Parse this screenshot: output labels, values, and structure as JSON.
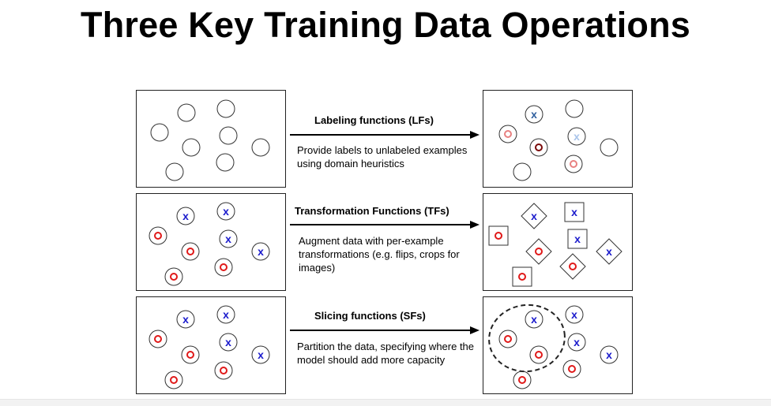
{
  "title": "Three Key Training Data Operations",
  "operations": [
    {
      "name": "Labeling functions (LFs)",
      "description": "Provide labels to unlabeled examples using domain heuristics"
    },
    {
      "name": "Transformation Functions (TFs)",
      "description": "Augment data with per-example transformations (e.g. flips, crops for images)"
    },
    {
      "name": "Slicing functions (SFs)",
      "description": "Partition the data, specifying where the model should add more capacity"
    }
  ],
  "glyphs": {
    "x_mark": "x",
    "o_mark": "o"
  },
  "colors": {
    "x_blue": "#1a1acc",
    "o_red": "#e01919",
    "dark_red": "#7a0a0a",
    "light_blue": "#a9c4ea",
    "dark_blue": "#2f5f9e",
    "light_red": "#e88080"
  }
}
